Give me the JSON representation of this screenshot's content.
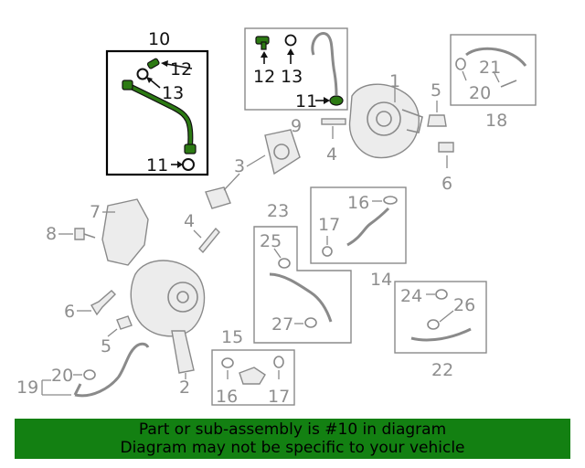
{
  "callouts": {
    "n1": "1",
    "n2": "2",
    "n3a": "3",
    "n4a": "4",
    "n4b": "4",
    "n5a": "5",
    "n5b": "5",
    "n6a": "6",
    "n6b": "6",
    "n7": "7",
    "n8": "8",
    "n9": "9",
    "n10": "10",
    "n11a": "11",
    "n11b": "11",
    "n12a": "12",
    "n12b": "12",
    "n13a": "13",
    "n13b": "13",
    "n14": "14",
    "n15": "15",
    "n16a": "16",
    "n16b": "16",
    "n17a": "17",
    "n17b": "17",
    "n18": "18",
    "n19": "19",
    "n20a": "20",
    "n20b": "20",
    "n21": "21",
    "n22": "22",
    "n23": "23",
    "n24": "24",
    "n25": "25",
    "n26": "26",
    "n27": "27"
  },
  "footer": {
    "line1": "Part or sub-assembly is #10 in diagram",
    "line2": "Diagram may not be specific to your vehicle"
  },
  "colors": {
    "highlight": "#2c7a13",
    "banner": "#138012",
    "part_gray": "#8a8a8a"
  }
}
